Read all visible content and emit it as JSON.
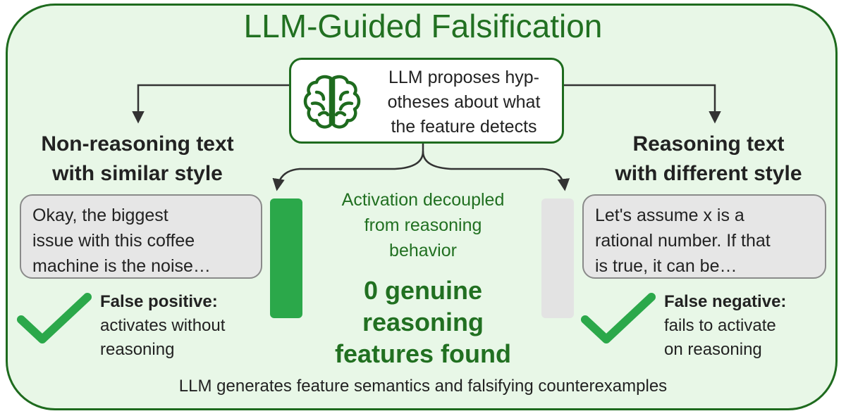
{
  "title": "LLM-Guided Falsification",
  "hypothesis": {
    "text": "LLM proposes hyp-\notheses about what\nthe feature detects",
    "icon": "brain-icon"
  },
  "left": {
    "heading": "Non-reasoning text\nwith similar style",
    "example": "Okay, the biggest\nissue with this coffee\nmachine is the noise…",
    "verdict_label": "False positive:",
    "verdict_desc": "activates without\nreasoning",
    "check_icon": "checkmark-icon",
    "bar_color": "#2ba84a"
  },
  "right": {
    "heading": "Reasoning text\nwith different style",
    "example": "Let's assume x is a\nrational number. If that\nis true, it can be…",
    "verdict_label": "False negative:",
    "verdict_desc": "fails to activate\non reasoning",
    "check_icon": "checkmark-icon",
    "bar_color": "#e3e3e3"
  },
  "center": {
    "note": "Activation decoupled\nfrom reasoning\nbehavior",
    "result": "0 genuine\nreasoning\nfeatures found"
  },
  "footer": "LLM generates feature semantics and falsifying counterexamples",
  "colors": {
    "accent": "#217021",
    "frame_bg": "#e8f7e7",
    "check": "#2ba84a"
  }
}
